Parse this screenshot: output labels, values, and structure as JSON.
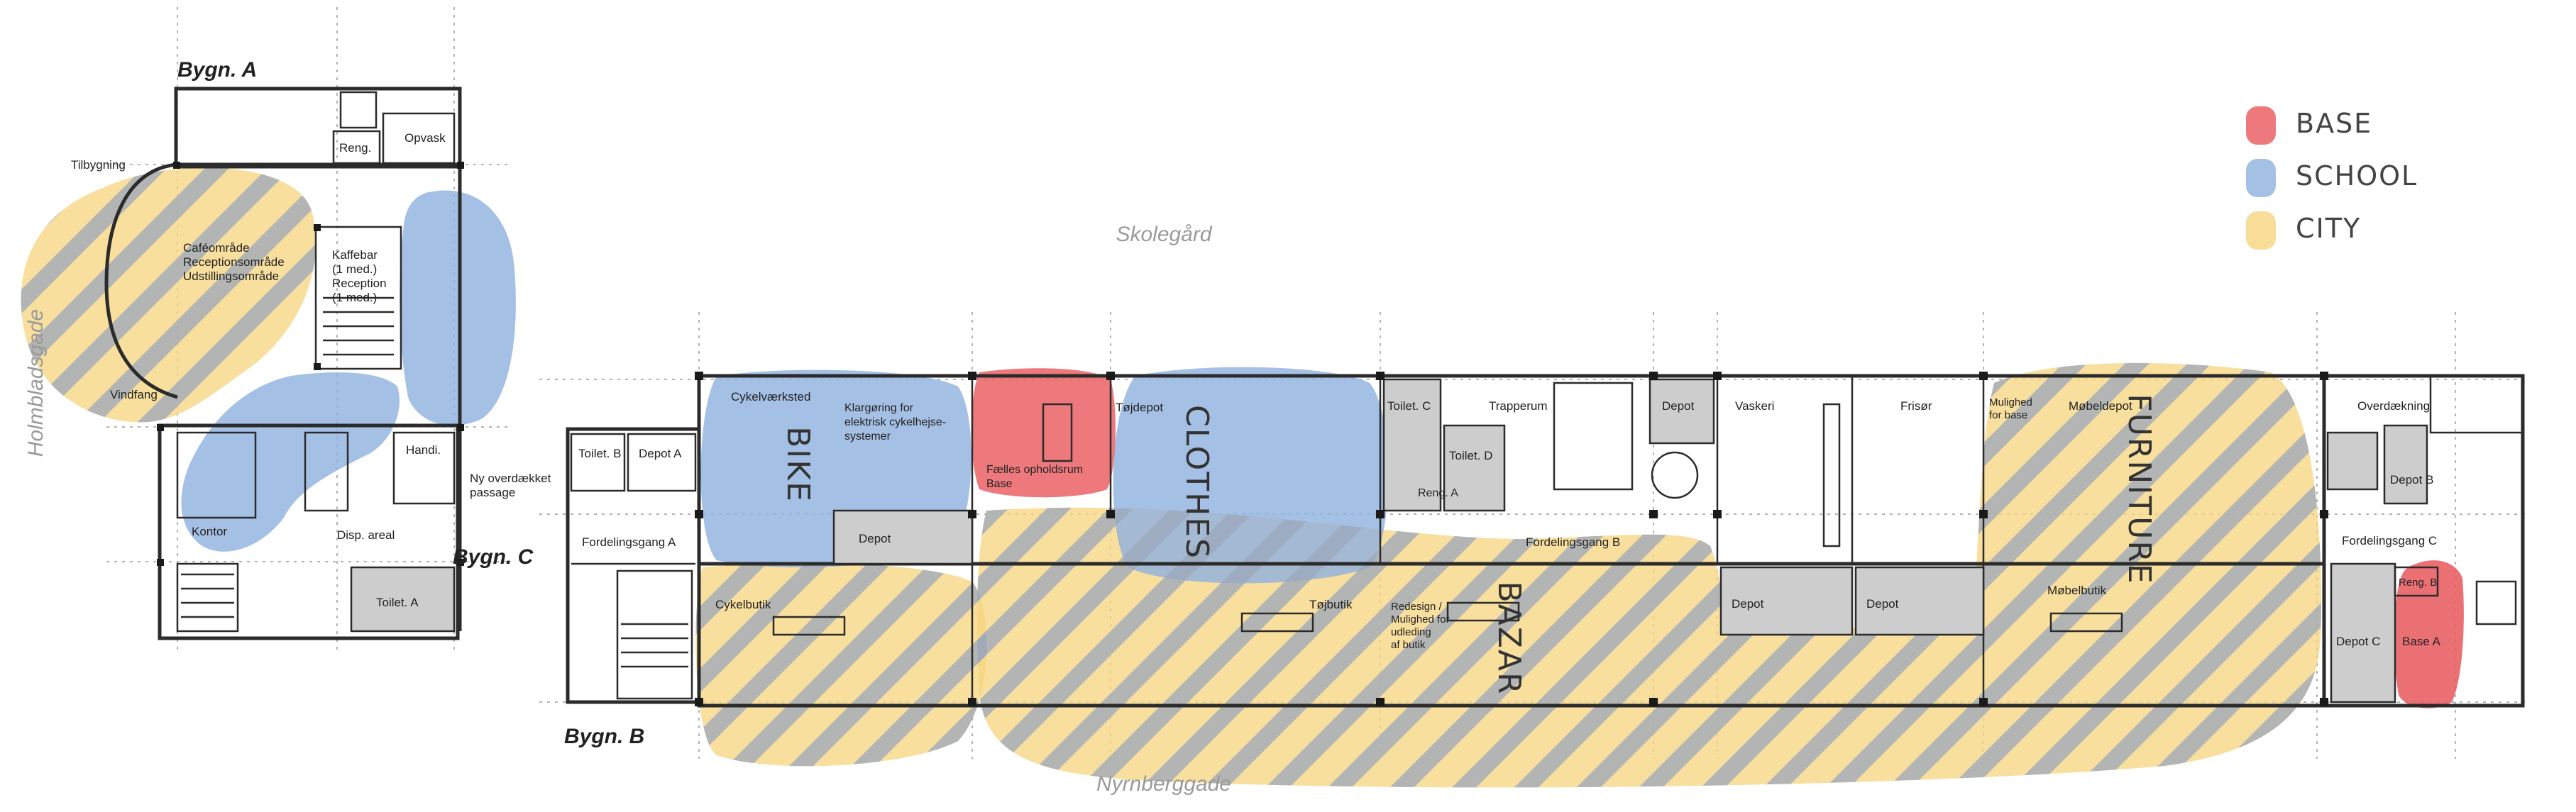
{
  "legend": {
    "items": [
      {
        "label": "BASE",
        "color": "#e8575c"
      },
      {
        "label": "SCHOOL",
        "color": "#8fb0df"
      },
      {
        "label": "CITY",
        "color": "#f6d47e"
      }
    ]
  },
  "streets": {
    "courtyard": "Skolegård",
    "south": "Nyrnberggade",
    "west": "Holmbladsgade"
  },
  "buildings": {
    "a": "Bygn. A",
    "b": "Bygn. B",
    "c": "Bygn. C"
  },
  "zones": {
    "bike": "BIKE",
    "clothes": "CLOTHES",
    "bazar": "BAZAR",
    "furniture": "FURNITURE"
  },
  "rooms_a": {
    "tilbygning": "Tilbygning",
    "reng": "Reng.",
    "opvask": "Opvask",
    "cafe_1": "Caféområde",
    "cafe_2": "Receptionsområde",
    "cafe_3": "Udstillingsområde",
    "kaffebar_1": "Kaffebar",
    "kaffebar_2": "(1 med.)",
    "kaffebar_3": "Reception",
    "kaffebar_4": "(1 med.)",
    "vindfang": "Vindfang"
  },
  "rooms_c": {
    "handi": "Handi.",
    "passage_1": "Ny overdækket",
    "passage_2": "passage",
    "kontor": "Kontor",
    "disp": "Disp. areal",
    "toilet_a": "Toilet. A"
  },
  "rooms_b": {
    "toilet_b": "Toilet. B",
    "depot_a": "Depot A",
    "fordeling_a": "Fordelingsgang A",
    "cykelvaerksted": "Cykelværksted",
    "klargoring_1": "Klargøring for",
    "klargoring_2": "elektrisk cykelhejse-",
    "klargoring_3": "systemer",
    "depot_bike": "Depot",
    "faelles_1": "Fælles opholdsrum",
    "faelles_2": "Base",
    "tojdepot": "Tøjdepot",
    "cykelbutik": "Cykelbutik",
    "tojbutik": "Tøjbutik",
    "toilet_c": "Toilet. C",
    "toilet_d": "Toilet. D",
    "reng_a": "Reng. A",
    "trapperum": "Trapperum",
    "depot_stair": "Depot",
    "fordeling_b": "Fordelingsgang B",
    "redesign_1": "Redesign /",
    "redesign_2": "Mulighed for",
    "redesign_3": "udleding",
    "redesign_4": "af butik",
    "vaskeri": "Vaskeri",
    "frisor": "Frisør",
    "depot_1": "Depot",
    "depot_2": "Depot",
    "mulighed_1": "Mulighed",
    "mulighed_2": "for base",
    "mobeldepot": "Møbeldepot",
    "mobelbutik": "Møbelbutik",
    "overdaekning": "Overdækning",
    "depot_b": "Depot B",
    "fordeling_c": "Fordelingsgang C",
    "reng_b": "Reng. B",
    "depot_c": "Depot C",
    "base_a": "Base A"
  }
}
